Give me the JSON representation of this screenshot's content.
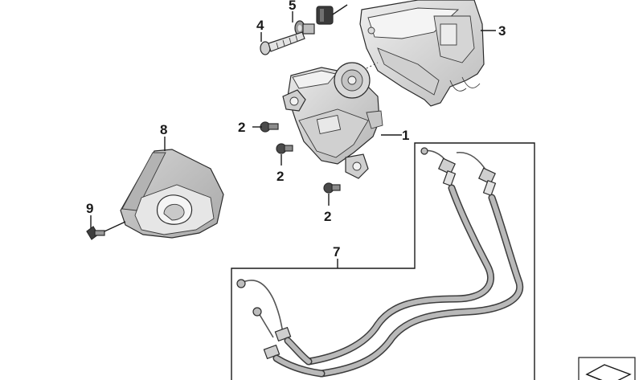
{
  "callouts": {
    "c1": "1",
    "c2a": "2",
    "c2b": "2",
    "c2c": "2",
    "c3": "3",
    "c4": "4",
    "c5": "5",
    "c7": "7",
    "c8": "8",
    "c9": "9"
  },
  "colors": {
    "part_light": "#e4e4e4",
    "part_mid": "#c9c9c9",
    "part_dark": "#9e9e9e",
    "line": "#1a1a1a"
  }
}
